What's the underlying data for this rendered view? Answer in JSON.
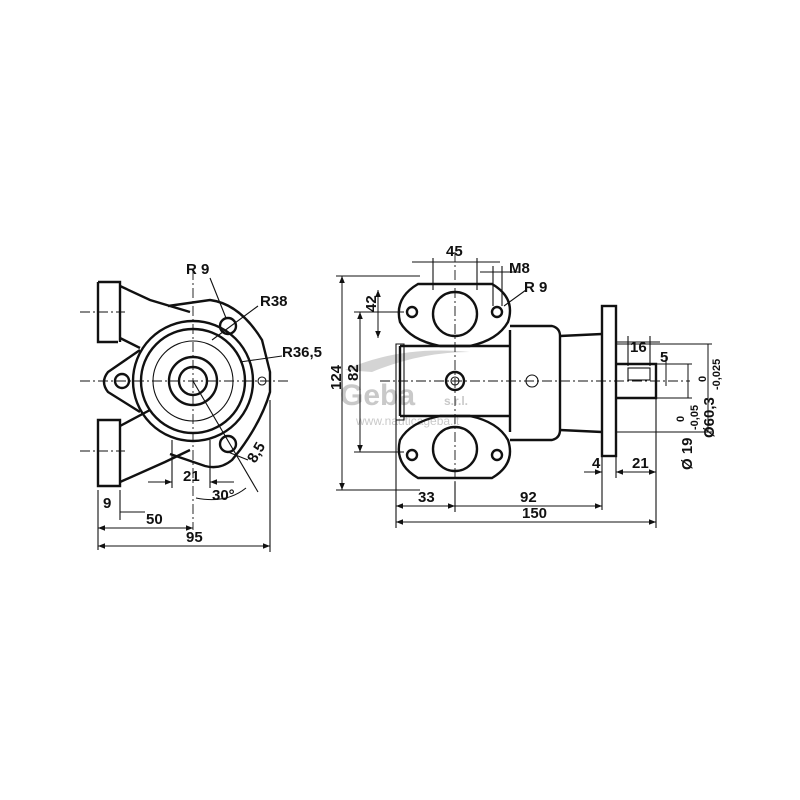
{
  "front_view": {
    "r9": "R 9",
    "r38": "R38",
    "r36_5": "R36,5",
    "d_8_5": "8,5",
    "d_21": "21",
    "angle_30": "30°",
    "d_9": "9",
    "d_50": "50",
    "d_95": "95"
  },
  "side_view": {
    "d_45": "45",
    "m8": "M8",
    "r9": "R 9",
    "d_42": "42",
    "d_82": "82",
    "d_124": "124",
    "d_16": "16",
    "d_5": "5",
    "d_33": "33",
    "d_92": "92",
    "d_150": "150",
    "d_4": "4",
    "d_21": "21",
    "shaft_dia": "Ø 19",
    "shaft_tol_upper": "0",
    "shaft_tol_lower": "-0,05",
    "flange_dia": "Ø60,3",
    "flange_tol_upper": "0",
    "flange_tol_lower": "-0,025"
  },
  "watermark": {
    "brand": "Geba",
    "suffix": "s.r.l.",
    "url": "www.nauticageba.it"
  }
}
